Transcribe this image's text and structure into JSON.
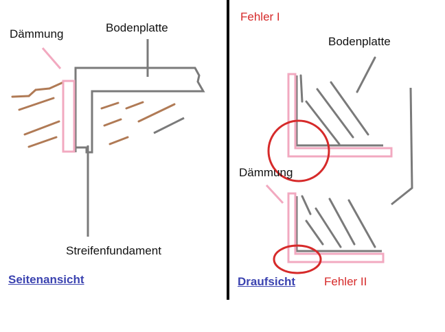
{
  "left_view": {
    "label_insulation": "Dämmung",
    "label_slab": "Bodenplatte",
    "label_footing": "Streifenfundament",
    "caption": "Seitenansicht"
  },
  "right_view": {
    "label_error_1": "Fehler I",
    "label_slab": "Bodenplatte",
    "label_insulation": "Dämmung",
    "caption": "Draufsicht",
    "label_error_2": "Fehler II"
  },
  "colors": {
    "structure": "#7a7a7a",
    "insulation": "#f2a9c0",
    "soil": "#b07a55",
    "divider": "#000000",
    "error": "#d62a2a",
    "caption": "#3b43b0"
  }
}
